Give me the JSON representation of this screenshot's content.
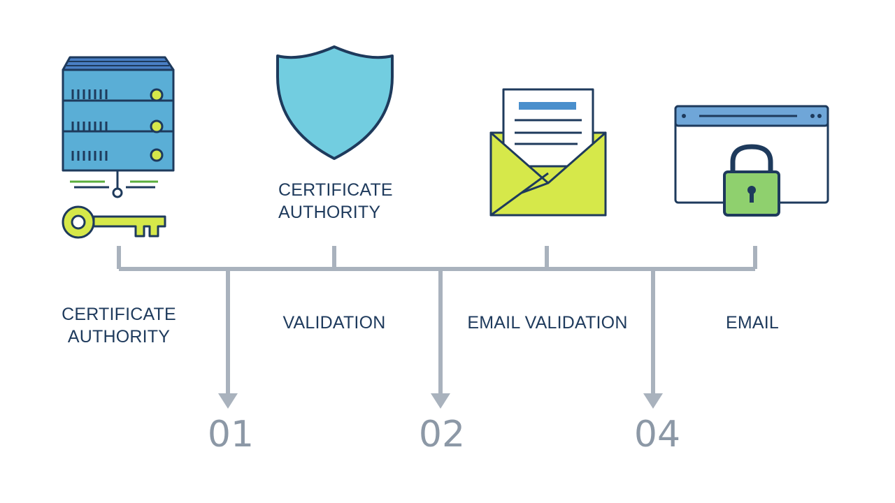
{
  "icons": {
    "server": "server-icon",
    "key": "key-icon",
    "shield": "shield-icon",
    "envelope": "email-envelope-icon",
    "browser": "browser-window-icon",
    "lock": "padlock-icon"
  },
  "colors": {
    "navy": "#1e3a5c",
    "server_blue": "#5aaed6",
    "shield_blue": "#72cde0",
    "lime": "#d6e84a",
    "lock_green": "#8fd06e",
    "accent_blue": "#4a8fcc",
    "timeline_gray": "#a9b2bd",
    "number_gray": "#8c98a6"
  },
  "labels": {
    "shield_title_line1": "CERTIFICATE",
    "shield_title_line2": "AUTHORITY",
    "step1_line1": "CERTIFICATE",
    "step1_line2": "AUTHORITY",
    "step2": "VALIDATION",
    "step3": "EMAIL VALIDATION",
    "step4": "EMAIL"
  },
  "numbers": [
    "01",
    "02",
    "04"
  ]
}
